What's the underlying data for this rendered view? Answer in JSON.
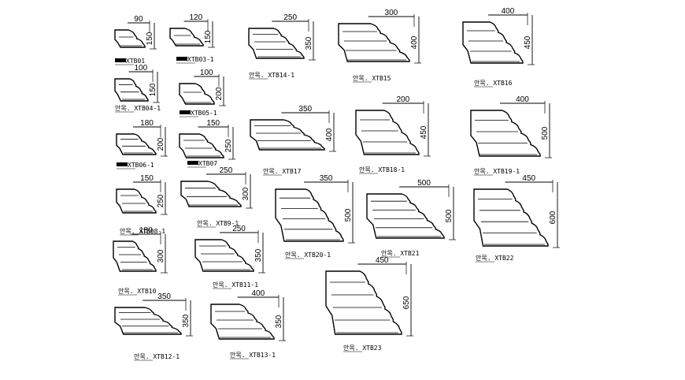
{
  "profiles": [
    {
      "code": "XTB01",
      "prefix": "",
      "width": "90",
      "height": "150",
      "tag_block": true
    },
    {
      "code": "XTB03-1",
      "prefix": "",
      "width": "120",
      "height": "150",
      "tag_block": true
    },
    {
      "code": "XTB04-1",
      "prefix": "안목.",
      "width": "100",
      "height": "150"
    },
    {
      "code": "XTB05-1",
      "prefix": "",
      "width": "100",
      "height": "200",
      "tag_block": true
    },
    {
      "code": "XTB06-1",
      "prefix": "",
      "width": "180",
      "height": "200",
      "tag_block": true
    },
    {
      "code": "XTB07",
      "prefix": "",
      "width": "150",
      "height": "250",
      "tag_block": true
    },
    {
      "code": "XTB08-1",
      "prefix": "안목.",
      "width": "150",
      "height": "250"
    },
    {
      "code": "XTB9-1",
      "prefix": "안목.",
      "width": "250",
      "height": "300"
    },
    {
      "code": "XTB10",
      "prefix": "안목.",
      "width": "180",
      "height": "300"
    },
    {
      "code": "XTB11-1",
      "prefix": "안목.",
      "width": "250",
      "height": "350"
    },
    {
      "code": "XTB12-1",
      "prefix": "안목.",
      "width": "350",
      "height": "350"
    },
    {
      "code": "XTB13-1",
      "prefix": "안목.",
      "width": "400",
      "height": "350"
    },
    {
      "code": "XTB14-1",
      "prefix": "안목.",
      "width": "250",
      "height": "350"
    },
    {
      "code": "XTB15",
      "prefix": "안목.",
      "width": "300",
      "height": "400"
    },
    {
      "code": "XTB16",
      "prefix": "안목.",
      "width": "400",
      "height": "450"
    },
    {
      "code": "XTB17",
      "prefix": "안목.",
      "width": "350",
      "height": "400"
    },
    {
      "code": "XTB18-1",
      "prefix": "안목.",
      "width": "200",
      "height": "450"
    },
    {
      "code": "XTB19-1",
      "prefix": "안목.",
      "width": "400",
      "height": "500"
    },
    {
      "code": "XTB20-1",
      "prefix": "안목.",
      "width": "350",
      "height": "500"
    },
    {
      "code": "XTB21",
      "prefix": "안목.",
      "width": "500",
      "height": "500"
    },
    {
      "code": "XTB22",
      "prefix": "안목.",
      "width": "450",
      "height": "600"
    },
    {
      "code": "XTB23",
      "prefix": "안목.",
      "width": "450",
      "height": "650"
    }
  ]
}
